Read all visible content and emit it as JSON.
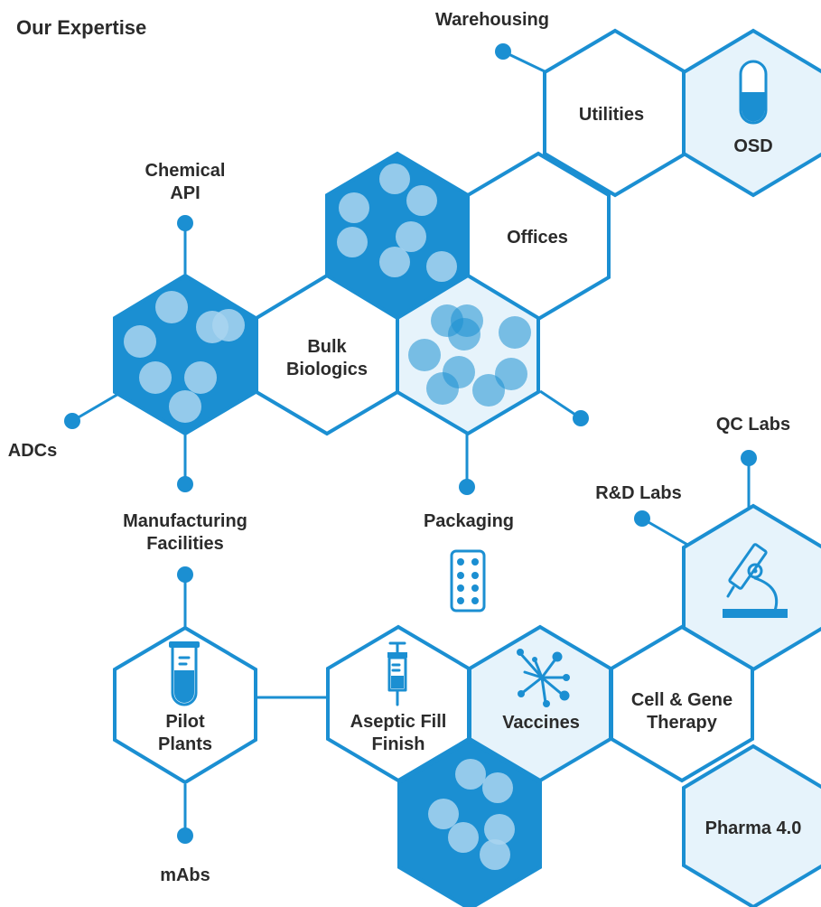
{
  "title": "Our Expertise",
  "labels": {
    "warehousing": "Warehousing",
    "utilities": "Utilities",
    "osd": "OSD",
    "offices": "Offices",
    "chemical_api": [
      "Chemical",
      "API"
    ],
    "bulk_biologics": [
      "Bulk",
      "Biologics"
    ],
    "adcs": "ADCs",
    "manufacturing_facilities": [
      "Manufacturing",
      "Facilities"
    ],
    "packaging": "Packaging",
    "qc_labs": "QC Labs",
    "rd_labs": "R&D Labs",
    "pilot_plants": [
      "Pilot",
      "Plants"
    ],
    "aseptic_fill_finish": [
      "Aseptic Fill",
      "Finish"
    ],
    "vaccines": "Vaccines",
    "cell_gene_therapy": [
      "Cell & Gene",
      "Therapy"
    ],
    "pharma_40": "Pharma 4.0",
    "mabs": "mAbs"
  },
  "colors": {
    "accent": "#1b8fd2",
    "light_fill": "#e6f3fb",
    "text": "#2b2b2b"
  },
  "icons": [
    "capsule-icon",
    "tablet-blister-icon",
    "microscope-icon",
    "test-tube-icon",
    "syringe-icon",
    "virus-molecule-icon"
  ]
}
